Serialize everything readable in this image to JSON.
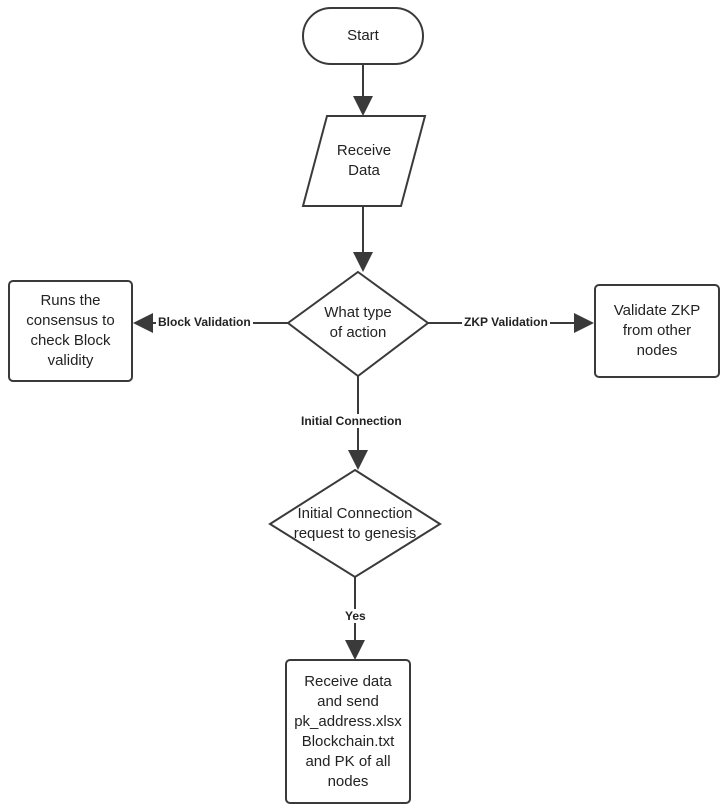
{
  "nodes": {
    "start": "Start",
    "receive_data": [
      "Receive",
      "Data"
    ],
    "decision_action": [
      "What type",
      "of action"
    ],
    "block_validation_box": [
      "Runs the",
      "consensus to",
      "check Block",
      "validity"
    ],
    "zkp_box": [
      "Validate ZKP",
      "from other",
      "nodes"
    ],
    "initial_decision": [
      "Initial Connection",
      "request to genesis"
    ],
    "final_box": [
      "Receive data",
      "and send",
      "pk_address.xlsx",
      "Blockchain.txt",
      "and PK of all",
      "nodes"
    ]
  },
  "edges": {
    "block_validation": "Block Validation",
    "zkp_validation": "ZKP Validation",
    "initial_connection": "Initial Connection",
    "yes": "Yes"
  },
  "colors": {
    "stroke": "#3a3a3a",
    "fill": "#ffffff",
    "text": "#222222"
  }
}
